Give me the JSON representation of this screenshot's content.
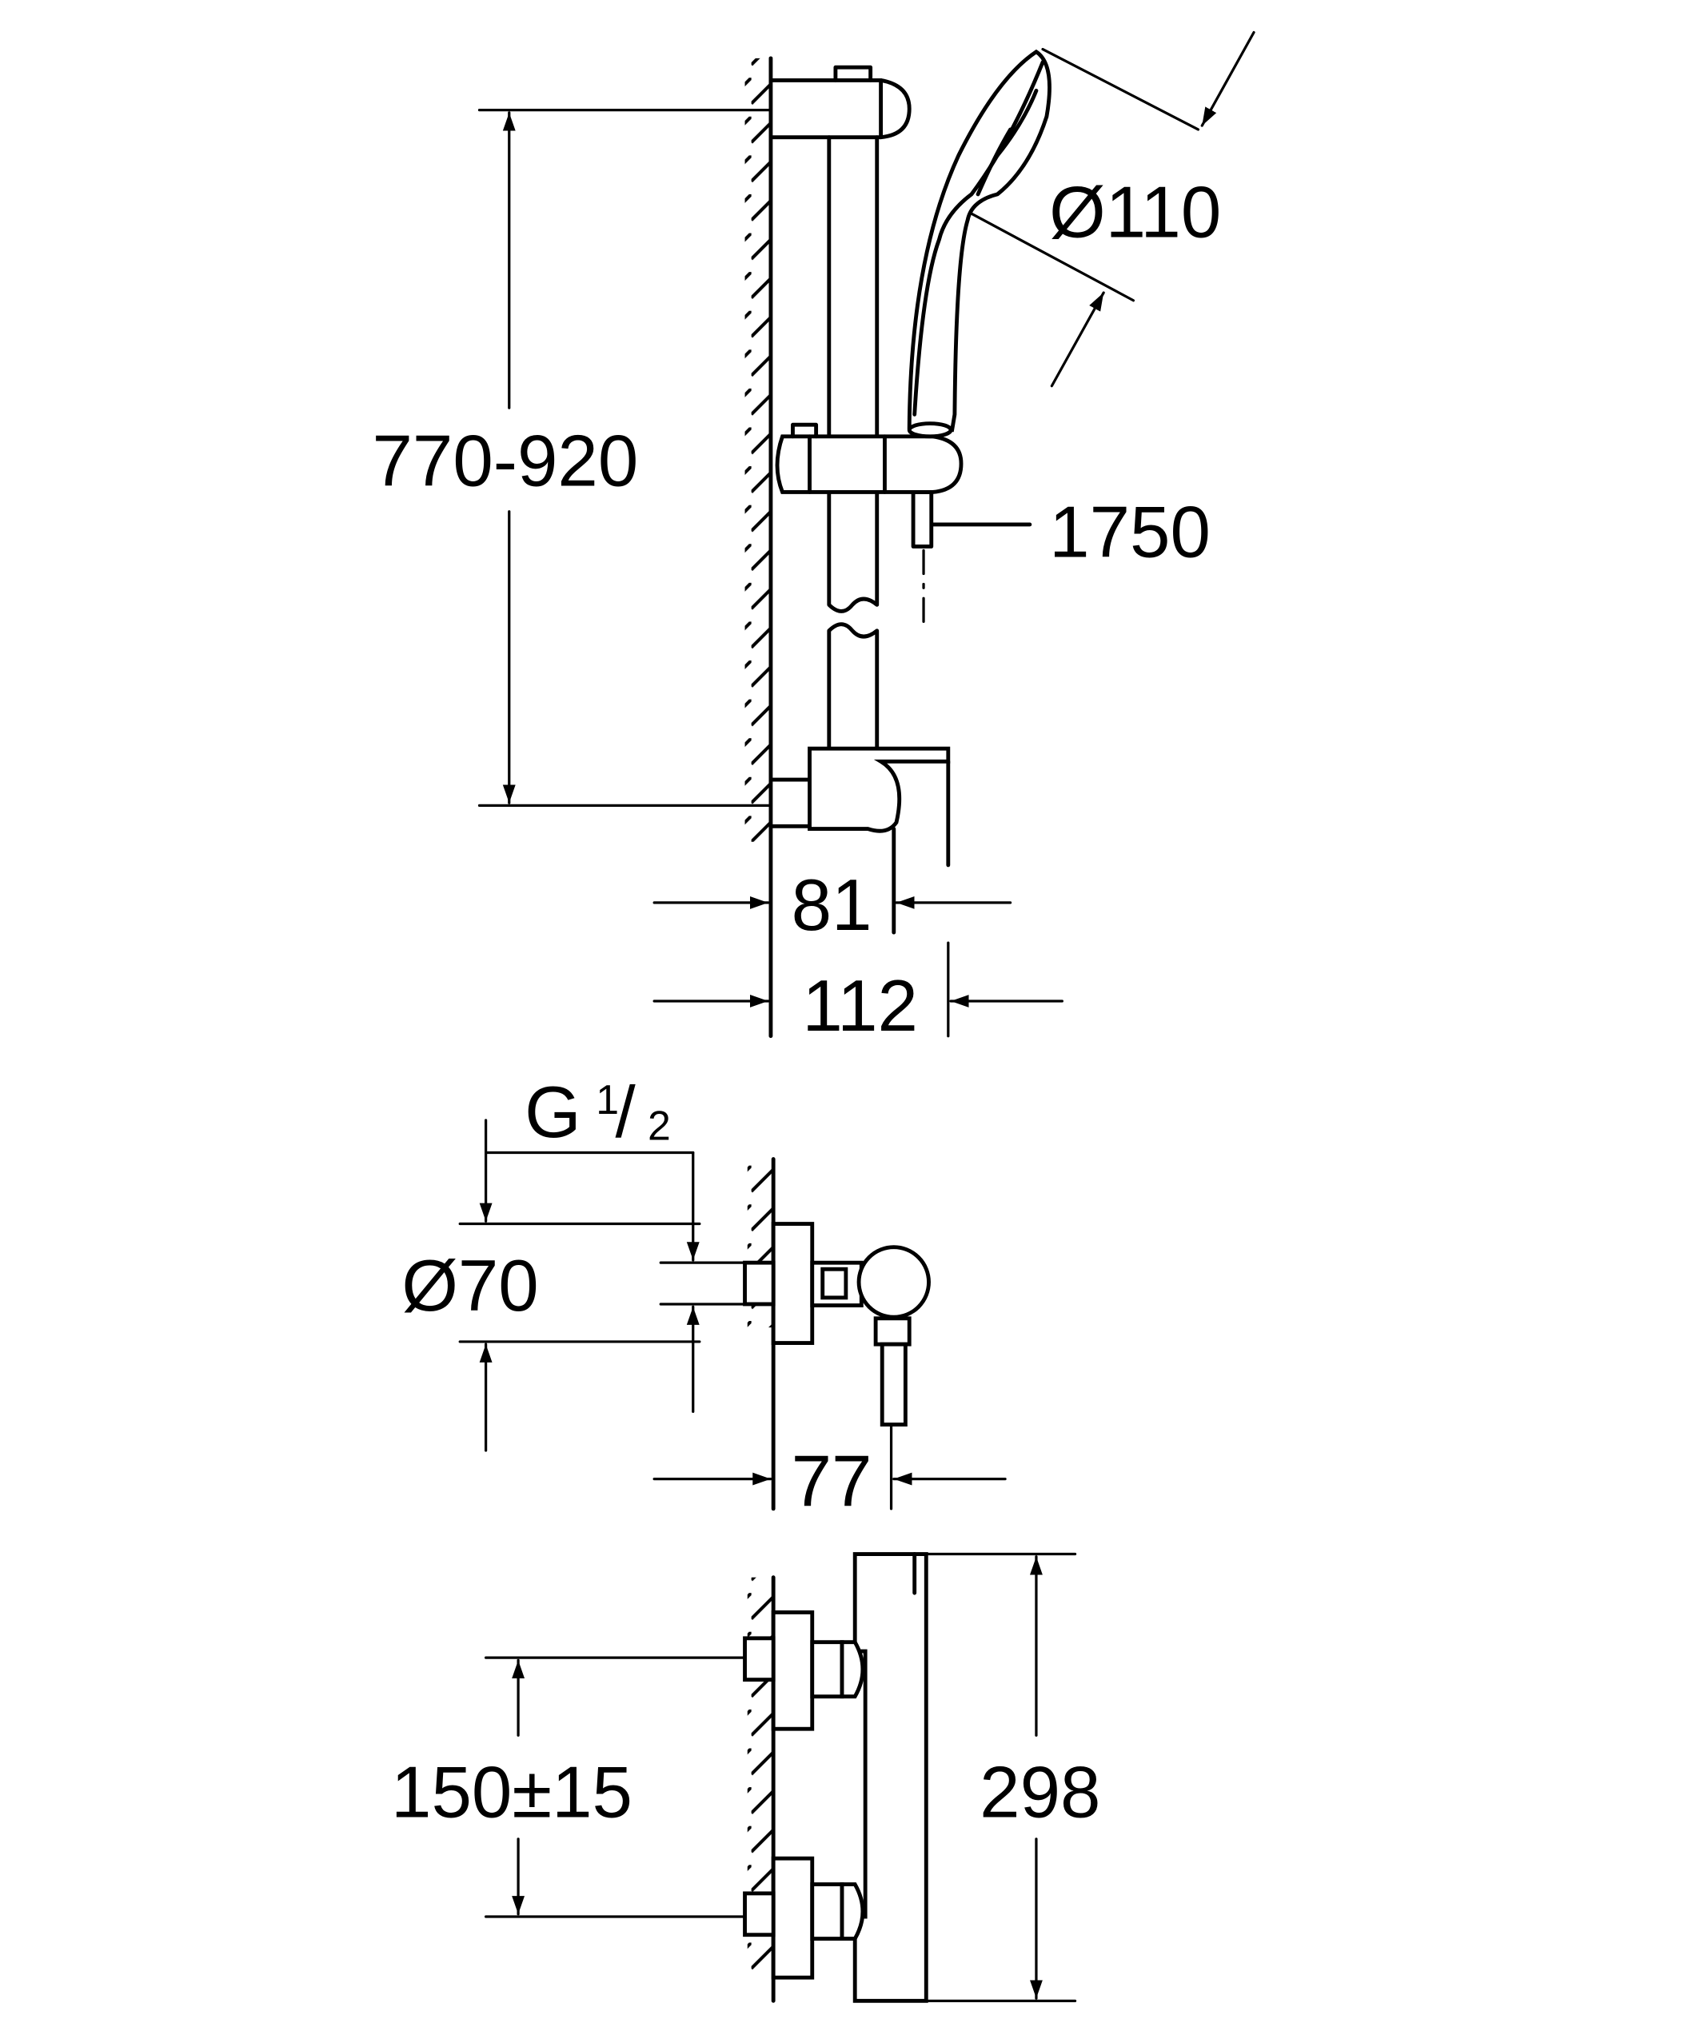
{
  "title": "Shower set and thermostat dimension drawing",
  "colors": {
    "line": "#000000",
    "background": "#ffffff"
  },
  "shower_rail": {
    "height_range": "770-920",
    "handshower_diameter": "Ø110",
    "hose_length": "1750",
    "depth_slider": "81",
    "depth_rail": "112"
  },
  "thermostat_side": {
    "thread_label_main": "G",
    "thread_fraction_num": "1",
    "thread_fraction_sep": "/",
    "thread_fraction_den": "2",
    "escutcheon_diameter": "Ø70",
    "projection": "77"
  },
  "thermostat_front": {
    "inlet_spacing": "150±15",
    "body_height": "298"
  }
}
